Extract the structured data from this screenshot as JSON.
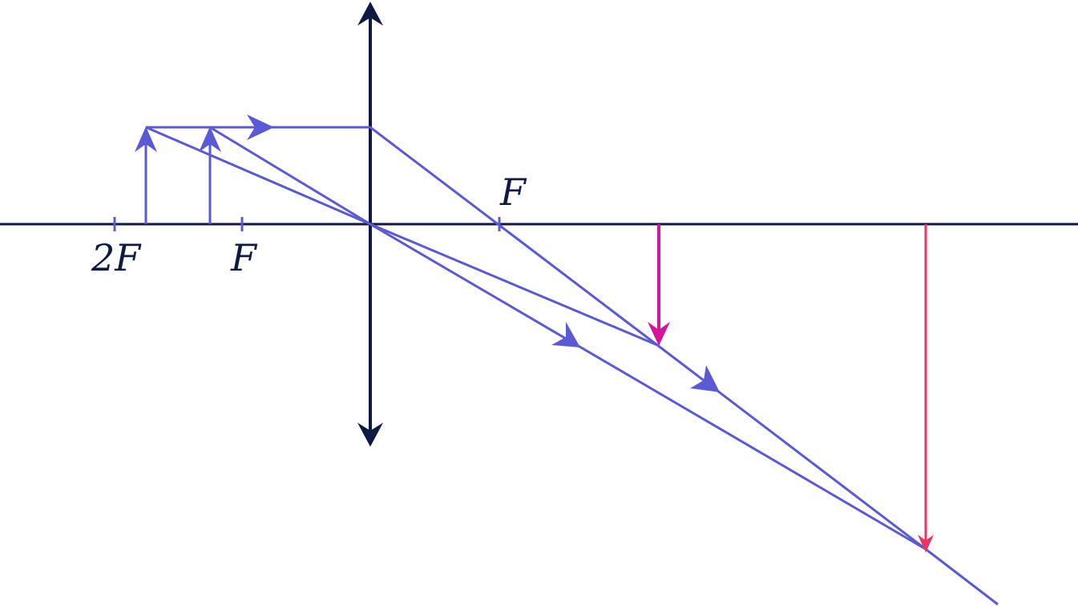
{
  "labels": {
    "two_f_left": "2F",
    "f_left": "F",
    "f_right": "F"
  },
  "colors": {
    "axis": "#0f1a44",
    "ray": "#5a5ad6",
    "image_near": "#d4159a",
    "image_far": "#f0335e"
  }
}
